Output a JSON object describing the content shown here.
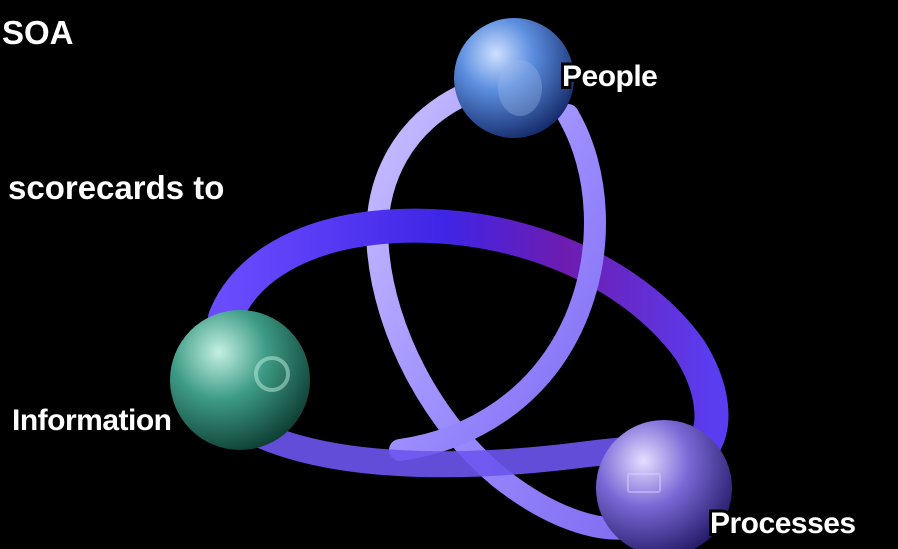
{
  "slide": {
    "title_fragment": "SOA",
    "subtitle_fragment": "scorecards to"
  },
  "diagram": {
    "nodes": [
      {
        "id": "people",
        "label": "People",
        "color": "#3d6fc4",
        "icon": "person-globe-icon"
      },
      {
        "id": "information",
        "label": "Information",
        "color": "#3e9c86",
        "icon": "circuit-globe-icon"
      },
      {
        "id": "processes",
        "label": "Processes",
        "color": "#6e5fc9",
        "icon": "flowchart-globe-icon"
      }
    ],
    "ribbon_colors": {
      "light": "#9b8cff",
      "deep": "#4a2ee0",
      "accent": "#7a1fb0"
    }
  }
}
